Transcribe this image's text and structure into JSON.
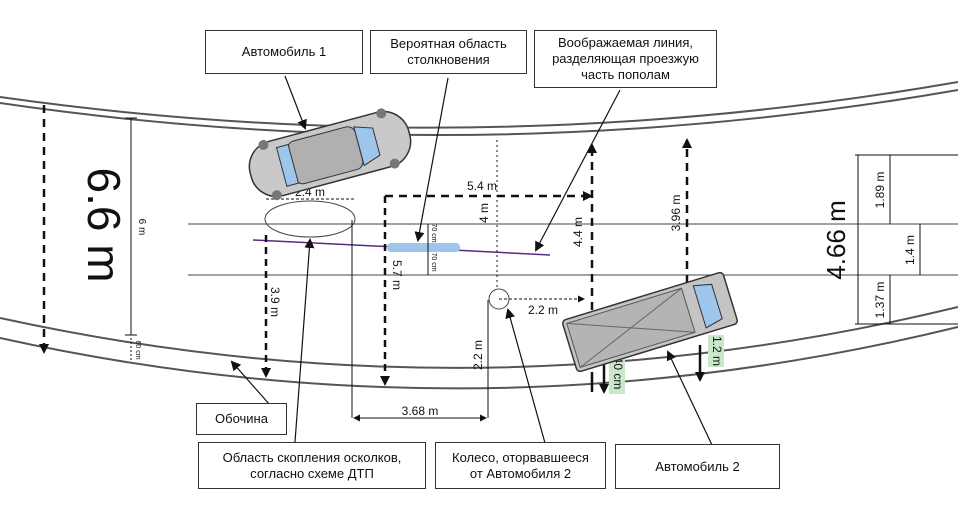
{
  "callouts": {
    "car1": "Автомобиль 1",
    "collision_area": "Вероятная область\nстолкновения",
    "center_line": "Воображаемая линия,\nразделяющая проезжую\nчасть пополам",
    "shoulder": "Обочина",
    "debris": "Область скопления осколков,\nсогласно схеме ДТП",
    "wheel": "Колесо, оторвавшееся\nот Автомобиля 2",
    "car2": "Автомобиль 2"
  },
  "dimensions": {
    "road_width_big": "6.6 m",
    "road_width_small": "6 m",
    "left_bottom_small": "60 cm",
    "car1_width": "2.4 m",
    "car1_shoulder": "3.9 m",
    "collision_top": "5.4 m",
    "gap_4m": "4 m",
    "gap_57m": "5.7 m",
    "gap_44m": "4.4 m",
    "cm70a": "70 cm",
    "cm70b": "70 cm",
    "wheel_width": "2.2 m",
    "wheel_down": "2.2 m",
    "bottom_368": "3.68 m",
    "gap_396": "3.96 m",
    "right_big": "4.66 m",
    "right_189": "1.89 m",
    "right_14": "1.4 m",
    "right_137": "1.37 m",
    "car2_40cm": "40 cm",
    "car2_12m": "1.2 m"
  },
  "colors": {
    "road_edge": "#555555",
    "lane": "#444444",
    "center_line": "#5a2a82",
    "collision_zone": "#9ec5ea",
    "green_label": "#c9e8c9"
  }
}
